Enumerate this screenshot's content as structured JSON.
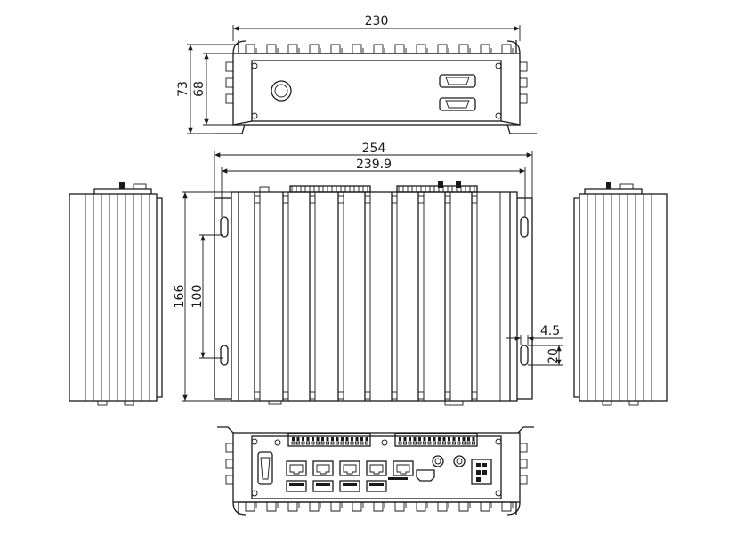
{
  "dimensions": {
    "top_width": "230",
    "top_height_outer": "73",
    "top_height_inner": "68",
    "overall_width": "254",
    "body_width": "239.9",
    "height": "166",
    "hole_spacing": "100",
    "slot_width": "4.5",
    "slot_height": "20"
  },
  "colors": {
    "line": "#1a1a1a",
    "background": "#ffffff"
  }
}
